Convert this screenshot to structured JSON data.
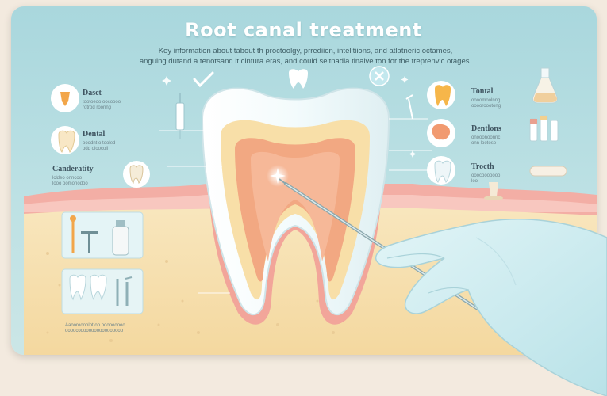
{
  "title": "Root canal treatment",
  "subtitle_lines": [
    "Key information about tabout th proctoolgy, prrediion, intelitiions, and atlatneric octames,",
    "anguing dutand a tenotsand it cintura eras, and could seitnadla tinalve ton for the treprenvic otages."
  ],
  "callouts": {
    "left": [
      {
        "label": "Dasct",
        "note": "tootoeoo oocoooo\nrotrod roonng"
      },
      {
        "label": "Dental",
        "note": "ooodnt o tooled\nodd oloocoll"
      },
      {
        "label": "Canderatity",
        "note": "lcldeo onncoo\nlooo oomonodoo"
      }
    ],
    "right": [
      {
        "label": "Tontal",
        "note": "oooomoolnng\nooooroootong"
      },
      {
        "label": "Dentlons",
        "note": "onooonoonnc\nonn lootoso"
      },
      {
        "label": "Trocth",
        "note": "ooocooooooo\nlool"
      }
    ]
  },
  "footnote": "Aaooroooolot oo ooooooooo\noooocooooooooooooooooo",
  "icons": [
    "check-icon",
    "tooth-icon",
    "close-icon",
    "syringe-icon",
    "flask-icon",
    "vials-icon",
    "dental-probe-icon",
    "gloved-hand-icon"
  ],
  "colors": {
    "board": "#a9d7dd",
    "gum": "#f0a8a0",
    "bone": "#f6dfb0",
    "pulp": "#f2a882",
    "glove": "#cfeef2"
  }
}
